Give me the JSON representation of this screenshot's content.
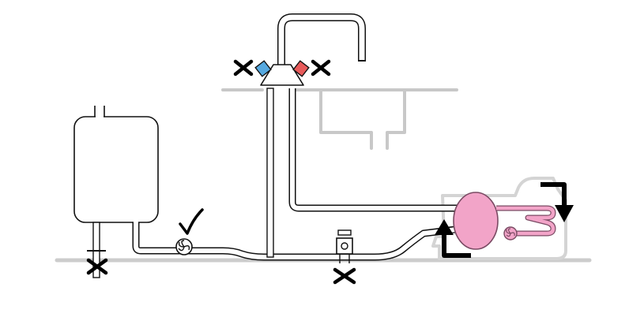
{
  "colors": {
    "background": "#ffffff",
    "outline": "#111111",
    "ground_line": "#cccccc",
    "sink_outline": "#c8c8c8",
    "appliance_outline": "#d4d4d4",
    "hot_valve": "#e85b5b",
    "cold_valve": "#56a9e0",
    "heat_exchanger": "#f2a4c8",
    "heat_exchanger_outline": "#7a4a63",
    "flow_arrow": "#000000",
    "closed_marker": "#000000",
    "open_marker": "#000000"
  },
  "icons": {
    "open_marker": "check-mark-icon",
    "closed_marker": "cross-mark-icon",
    "pump": "pump-fan-icon",
    "flow": "flow-arrow-icon"
  },
  "valve_states": {
    "tank_drain": "closed",
    "tank_outlet_pump": "open",
    "mixer_cold_inlet": "closed",
    "mixer_hot_inlet": "closed",
    "floor_isolation_valve": "closed"
  }
}
